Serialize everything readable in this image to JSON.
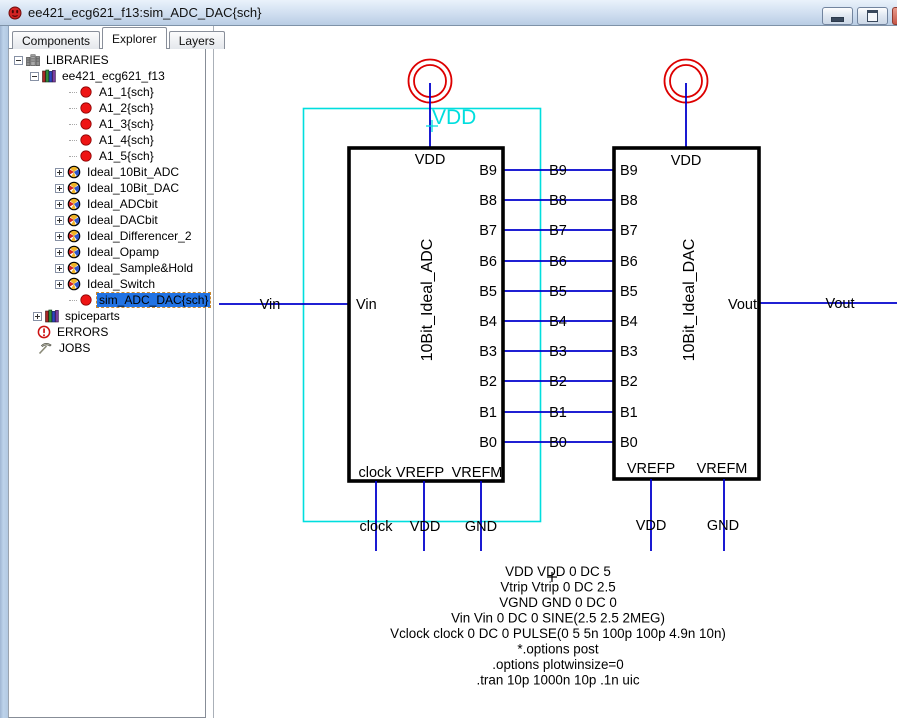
{
  "window": {
    "title": "ee421_ecg621_f13:sim_ADC_DAC{sch}"
  },
  "tabs": [
    {
      "label": "Components"
    },
    {
      "label": "Explorer"
    },
    {
      "label": "Layers"
    }
  ],
  "tree": {
    "items": [
      {
        "label": "LIBRARIES"
      },
      {
        "label": "ee421_ecg621_f13"
      },
      {
        "label": "A1_1{sch}"
      },
      {
        "label": "A1_2{sch}"
      },
      {
        "label": "A1_3{sch}"
      },
      {
        "label": "A1_4{sch}"
      },
      {
        "label": "A1_5{sch}"
      },
      {
        "label": "Ideal_10Bit_ADC"
      },
      {
        "label": "Ideal_10Bit_DAC"
      },
      {
        "label": "Ideal_ADCbit"
      },
      {
        "label": "Ideal_DACbit"
      },
      {
        "label": "Ideal_Differencer_2"
      },
      {
        "label": "Ideal_Opamp"
      },
      {
        "label": "Ideal_Sample&Hold"
      },
      {
        "label": "Ideal_Switch"
      },
      {
        "label": "sim_ADC_DAC{sch}"
      },
      {
        "label": "spiceparts"
      },
      {
        "label": "ERRORS"
      },
      {
        "label": "JOBS"
      }
    ]
  },
  "schematic": {
    "vdd_net": "VDD",
    "adc": {
      "name": "10Bit_Ideal_ADC",
      "pins": {
        "vdd": "VDD",
        "vin": "Vin",
        "clock": "clock",
        "vrefp": "VREFP",
        "vrefm": "VREFM"
      }
    },
    "dac": {
      "name": "10Bit_Ideal_DAC",
      "pins": {
        "vdd": "VDD",
        "vout": "Vout",
        "vrefp": "VREFP",
        "vrefm": "VREFM"
      }
    },
    "bus": [
      "B9",
      "B8",
      "B7",
      "B6",
      "B5",
      "B4",
      "B3",
      "B2",
      "B1",
      "B0"
    ],
    "nets": {
      "vin": "Vin",
      "vout": "Vout",
      "clock": "clock",
      "vdd": "VDD",
      "gnd": "GND"
    },
    "spice": [
      "VDD VDD 0 DC 5",
      "Vtrip Vtrip 0 DC 2.5",
      "VGND GND 0 DC 0",
      "Vin Vin 0 DC 0 SINE(2.5 2.5 2MEG)",
      "Vclock clock 0 DC 0 PULSE(0 5 5n 100p 100p 4.9n 10n)",
      "*.options post",
      ".options plotwinsize=0",
      ".tran 10p 1000n 10p .1n uic"
    ]
  }
}
